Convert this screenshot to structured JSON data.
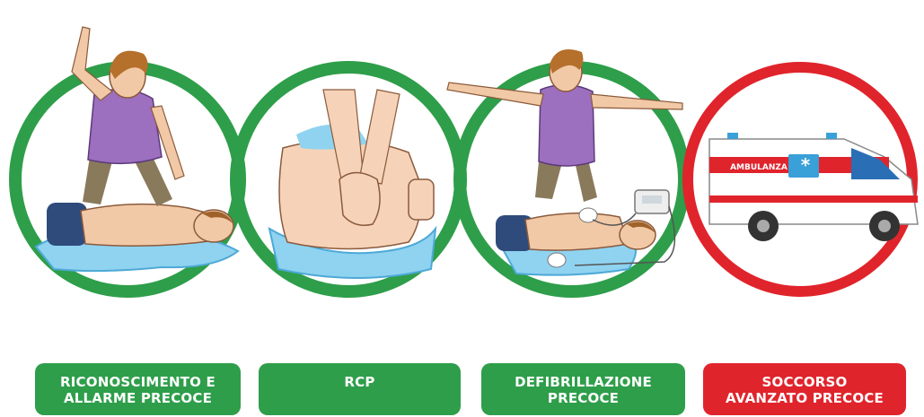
{
  "steps": [
    {
      "line1": "RICONOSCIMENTO E",
      "line2": "ALLARME PRECOCE",
      "color": "#2e9e4a"
    },
    {
      "line1": "RCP",
      "line2": "",
      "color": "#2e9e4a"
    },
    {
      "line1": "DEFIBRILLAZIONE",
      "line2": "PRECOCE",
      "color": "#2e9e4a"
    },
    {
      "line1": "SOCCORSO",
      "line2": "AVANZATO PRECOCE",
      "color": "#e0242c"
    }
  ],
  "ambulance": {
    "text": "AMBULANZA"
  },
  "colors": {
    "ring_green": "#2e9e4a",
    "ring_red": "#e0242c",
    "shirt": "#9c6fbf",
    "skin": "#f2c9a6",
    "blanket": "#8fd3f0"
  }
}
